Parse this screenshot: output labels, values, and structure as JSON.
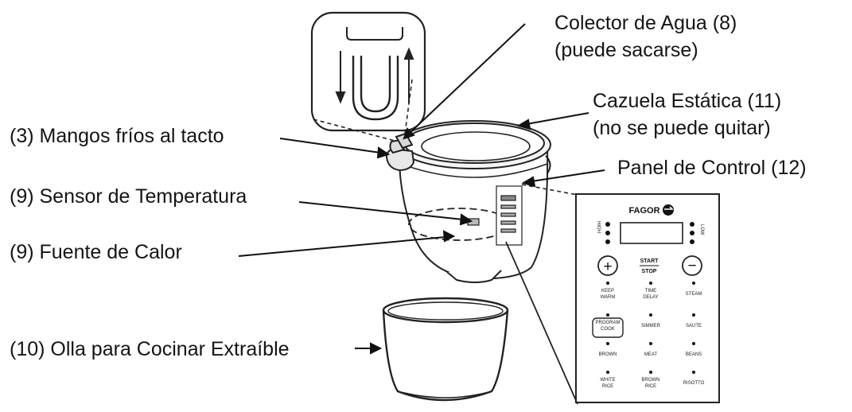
{
  "labels": {
    "colector_line1": "Colector de Agua (8)",
    "colector_line2": "(puede sacarse)",
    "cazuela_line1": "Cazuela Estática (11)",
    "cazuela_line2": "(no se puede quitar)",
    "mangos": "(3) Mangos fríos al tacto",
    "panel": "Panel de Control (12)",
    "sensor": "(9) Sensor de Temperatura",
    "fuente": "(9) Fuente de Calor",
    "olla": "(10) Olla para Cocinar Extraíble"
  },
  "control_panel": {
    "brand": "FAGOR",
    "left_side_label": "HIGH",
    "right_side_label": "LOW",
    "start": "START",
    "stop": "STOP",
    "plus": "+",
    "minus": "−",
    "buttons": [
      [
        "KEEP",
        "WARM"
      ],
      [
        "TIME",
        "DELAY"
      ],
      [
        "STEAM",
        ""
      ],
      [
        "PROGRAM",
        "COOK"
      ],
      [
        "SIMMER",
        ""
      ],
      [
        "SAUTE",
        ""
      ],
      [
        "BROWN",
        ""
      ],
      [
        "MEAT",
        ""
      ],
      [
        "BEANS",
        ""
      ],
      [
        "WHITE",
        "RICE"
      ],
      [
        "BROWN",
        "RICE"
      ],
      [
        "RISOTTO",
        ""
      ]
    ]
  }
}
